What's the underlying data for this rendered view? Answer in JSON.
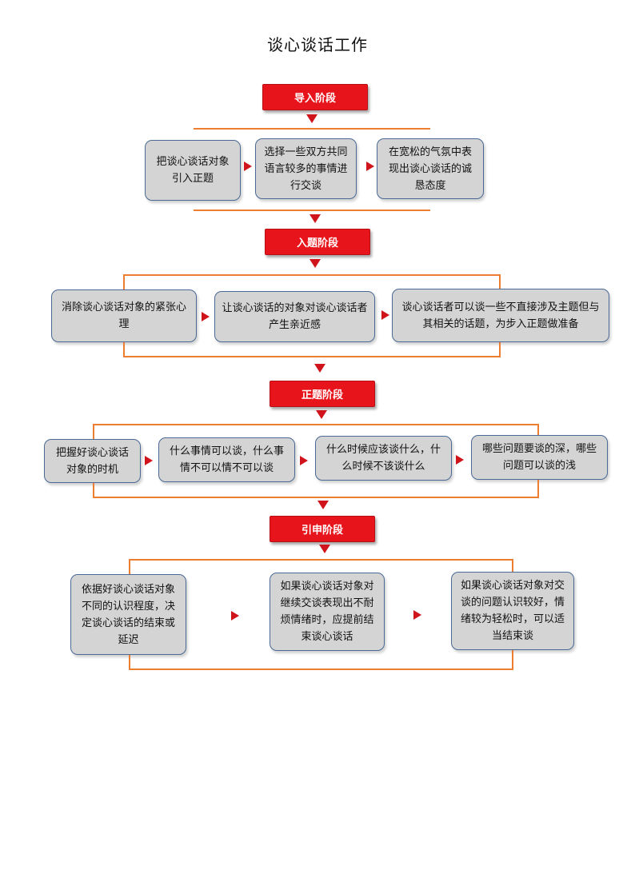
{
  "title": "谈心谈话工作",
  "stages": [
    {
      "label": "导入阶段",
      "boxes": [
        "把谈心谈话对象引入正题",
        "选择一些双方共同语言较多的事情进行交谈",
        "在宽松的气氛中表现出谈心谈话的诚恳态度"
      ]
    },
    {
      "label": "入题阶段",
      "boxes": [
        "消除谈心谈话对象的紧张心理",
        "让谈心谈话的对象对谈心谈话者产生亲近感",
        "谈心谈话者可以谈一些不直接涉及主题但与其相关的话题，为步入正题做准备"
      ]
    },
    {
      "label": "正题阶段",
      "boxes": [
        "把握好谈心谈话对象的时机",
        "什么事情可以谈，什么事情不可以情不可以谈",
        "什么时候应该谈什么，什么时候不该谈什么",
        "哪些问题要谈的深，哪些问题可以谈的浅"
      ]
    },
    {
      "label": "引申阶段",
      "boxes": [
        "依据好谈心谈话对象不同的认识程度，决定谈心谈话的结束或延迟",
        "如果谈心谈话对象对继续交谈表现出不耐烦情绪时，应提前结束谈心谈话",
        "如果谈心谈话对象对交谈的问题认识较好，情绪较为轻松时，可以适当结束谈"
      ]
    }
  ],
  "colors": {
    "stage_fill": "#e8141b",
    "arrow": "#d0141b",
    "bracket": "#ed7d31",
    "box_fill": "#d4d4d4",
    "box_border": "#4a6a95"
  }
}
